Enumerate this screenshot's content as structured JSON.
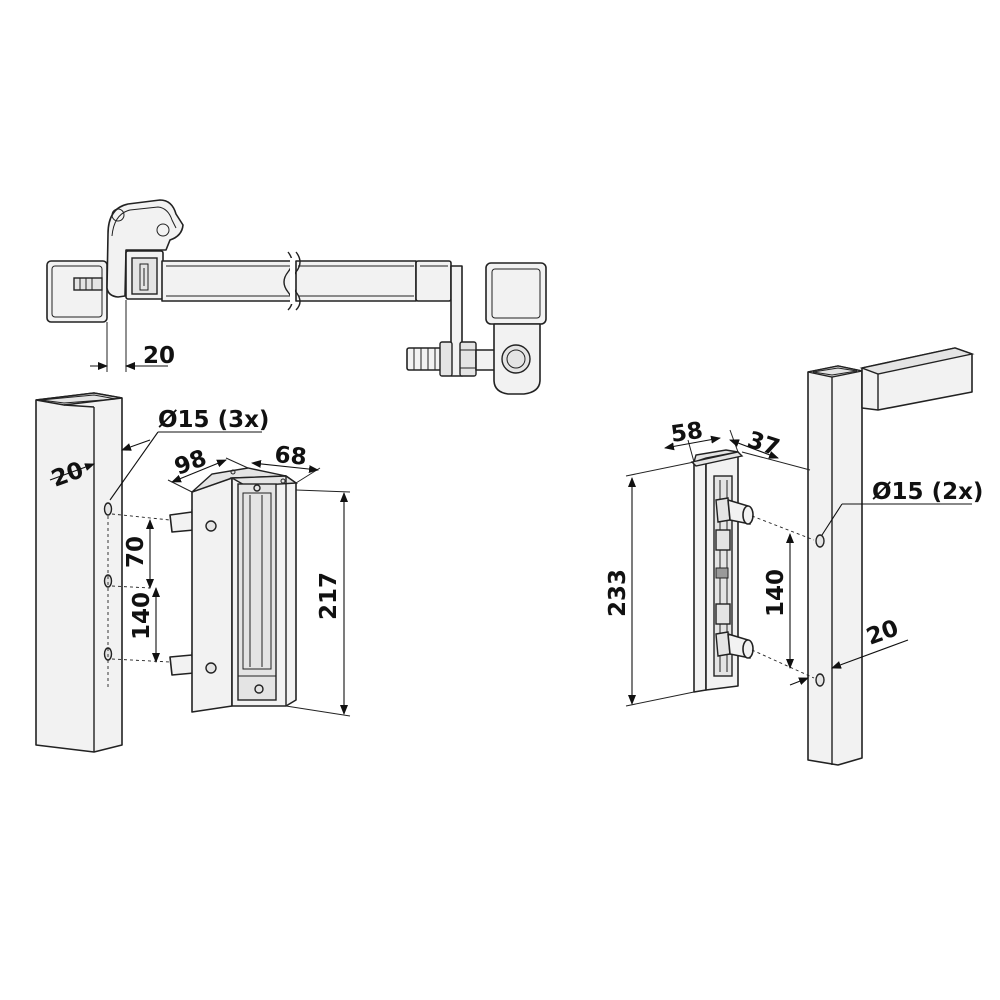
{
  "dimensions": {
    "top_offset": "20",
    "hole_diameter_left": "Ø15 (3x)",
    "post_offset_left": "20",
    "bracket_width_98": "98",
    "bracket_depth_68": "68",
    "spacing_70": "70",
    "spacing_140_left": "140",
    "height_217": "217",
    "bracket_width_58": "58",
    "bracket_depth_37": "37",
    "height_233": "233",
    "spacing_140_right": "140",
    "hole_diameter_right": "Ø15 (2x)",
    "post_offset_right": "20"
  }
}
